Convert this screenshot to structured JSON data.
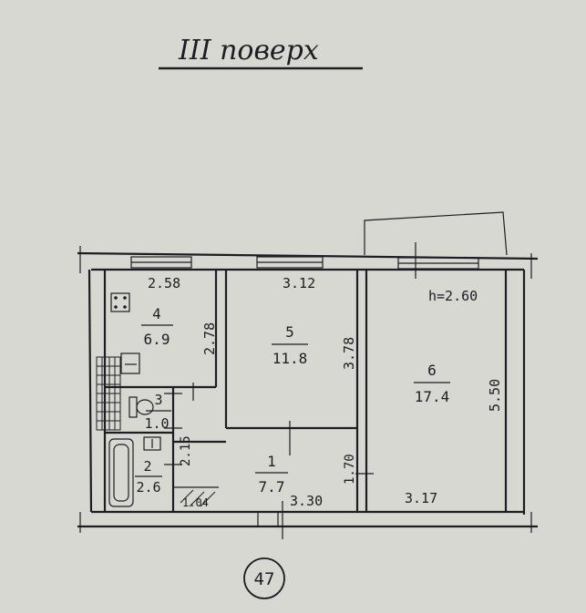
{
  "floor_title": "III поверх",
  "ceiling_height": "h=2.60",
  "sheet_number": "47",
  "rooms": [
    {
      "number": "1",
      "area": "7.7"
    },
    {
      "number": "2",
      "area": "2.6"
    },
    {
      "number": "3",
      "area": "1.0"
    },
    {
      "number": "4",
      "area": "6.9"
    },
    {
      "number": "5",
      "area": "11.8"
    },
    {
      "number": "6",
      "area": "17.4"
    }
  ],
  "dimensions": {
    "kitchen_width": "2.58",
    "kitchen_depth": "2.78",
    "room5_width": "3.12",
    "room5_depth": "3.78",
    "room6_depth": "5.50",
    "room6_width": "3.17",
    "hall_width": "3.30",
    "hall_depth": "1.70",
    "corridor_length": "2.15",
    "small_passage": "1.04"
  }
}
